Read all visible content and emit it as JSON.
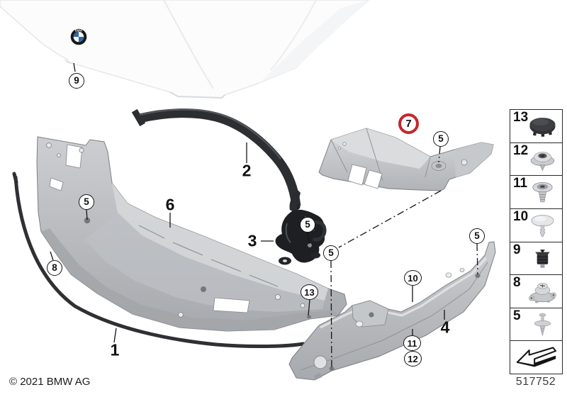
{
  "diagram": {
    "copyright": "© 2021 BMW AG",
    "doc_number": "517752",
    "logo_text": "BMW"
  },
  "part_labels": [
    {
      "text": "1"
    },
    {
      "text": "2"
    },
    {
      "text": "3"
    },
    {
      "text": "4"
    },
    {
      "text": "6"
    }
  ],
  "callouts": [
    {
      "text": "9"
    },
    {
      "text": "5"
    },
    {
      "text": "8"
    },
    {
      "text": "5"
    },
    {
      "text": "5"
    },
    {
      "text": "7",
      "highlight_color": "#c4272e"
    },
    {
      "text": "5"
    },
    {
      "text": "5"
    },
    {
      "text": "10"
    },
    {
      "text": "13"
    },
    {
      "text": "11"
    },
    {
      "text": "12"
    }
  ],
  "legend": {
    "items": [
      {
        "number": "13",
        "icon": "cover-cap-icon"
      },
      {
        "number": "12",
        "icon": "blind-rivet-icon"
      },
      {
        "number": "11",
        "icon": "expanding-clip-icon"
      },
      {
        "number": "10",
        "icon": "pin-clip-icon"
      },
      {
        "number": "9",
        "icon": "rubber-grommet-icon"
      },
      {
        "number": "8",
        "icon": "mounting-clip-icon"
      },
      {
        "number": "5",
        "icon": "push-rivet-icon"
      }
    ],
    "arrow_icon": "front-direction-arrow"
  }
}
